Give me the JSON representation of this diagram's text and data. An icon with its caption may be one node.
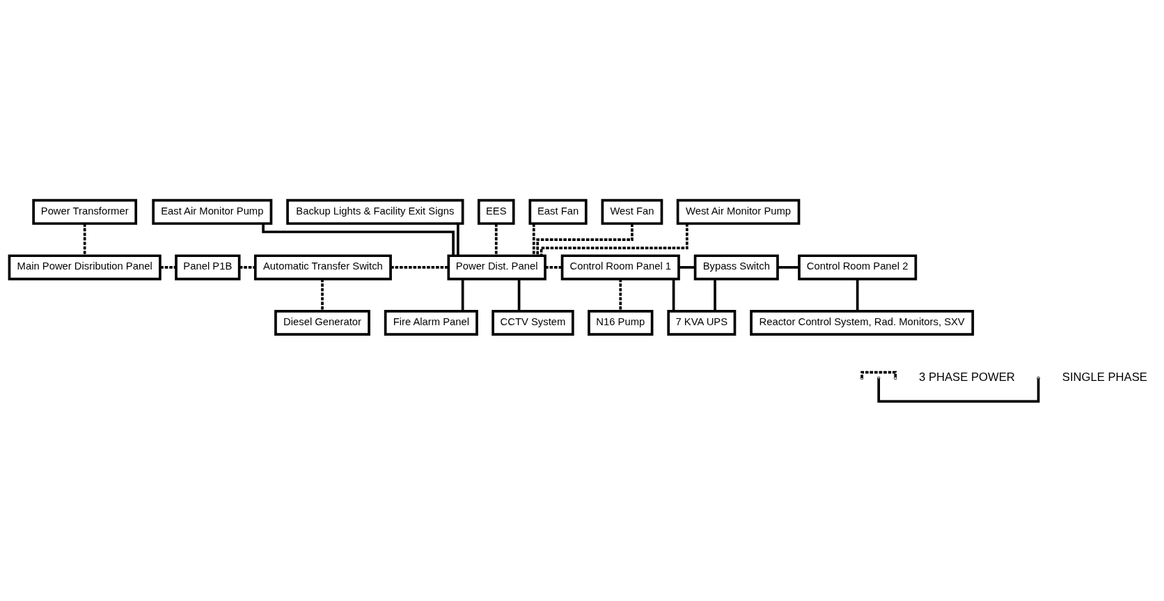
{
  "diagram": {
    "nodes": [
      {
        "text": [
          "Power Transformer"
        ]
      },
      {
        "text": [
          "Main Power Disribution Panel"
        ]
      },
      {
        "text": [
          "Panel P1B"
        ]
      },
      {
        "text": [
          "Automatic Transfer Switch"
        ]
      },
      {
        "text": [
          "East Air Monitor Pump"
        ]
      },
      {
        "text": [
          "Backup Lights & Facility Exit Signs"
        ]
      },
      {
        "text": [
          "Power Dist. Panel"
        ]
      },
      {
        "text": [
          "EES"
        ]
      },
      {
        "text": [
          "East Fan"
        ]
      },
      {
        "text": [
          "West Fan"
        ]
      },
      {
        "text": [
          "West Air Monitor Pump"
        ]
      },
      {
        "text": [
          "Control Room Panel 1"
        ]
      },
      {
        "text": [
          "Bypass Switch"
        ]
      },
      {
        "text": [
          "Control Room Panel 2"
        ]
      },
      {
        "text": [
          "Diesel Generator"
        ]
      },
      {
        "text": [
          "Fire Alarm Panel"
        ]
      },
      {
        "text": [
          "7 KVA UPS"
        ]
      },
      {
        "text": [
          "Reactor Control System, Rad. Monitors, SXV"
        ]
      },
      {
        "text": [
          "CCTV System"
        ]
      },
      {
        "text": [
          "N16 Pump"
        ]
      }
    ],
    "edges": [
      {
        "from": 0,
        "to": 1,
        "arrow": "none",
        "style": "dashed"
      },
      {
        "from": 1,
        "to": 2,
        "arrow": "none",
        "style": "dashed"
      },
      {
        "from": 2,
        "to": 3,
        "arrow": "none",
        "style": "dashed"
      },
      {
        "from": 3,
        "to": 6,
        "arrow": "none",
        "style": "dashed"
      },
      {
        "from": 6,
        "to": 11,
        "arrow": "none",
        "style": "dashed"
      },
      {
        "from": 11,
        "to": 12,
        "arrow": "none"
      },
      {
        "from": 12,
        "to": 13,
        "arrow": "none"
      },
      {
        "from": 4,
        "to": 6,
        "arrow": "none"
      },
      {
        "from": 5,
        "to": 6,
        "arrow": "none"
      },
      {
        "from": 7,
        "to": 6,
        "arrow": "none",
        "style": "dashed"
      },
      {
        "from": 8,
        "to": 6,
        "arrow": "none",
        "style": "dashed"
      },
      {
        "from": 9,
        "to": 6,
        "arrow": "none",
        "style": "dashed"
      },
      {
        "from": 10,
        "to": 6,
        "arrow": "none",
        "style": "dashed"
      },
      {
        "from": 3,
        "to": 14,
        "arrow": "none",
        "style": "dashed"
      },
      {
        "from": 6,
        "to": 18,
        "arrow": "none"
      },
      {
        "from": 6,
        "to": 15,
        "arrow": "none"
      },
      {
        "from": 11,
        "to": 16,
        "arrow": "none"
      },
      {
        "from": 12,
        "to": 16,
        "arrow": "none"
      },
      {
        "from": 11,
        "to": 19,
        "arrow": "none",
        "style": "dashed"
      },
      {
        "from": 13,
        "to": 17,
        "arrow": "none"
      }
    ],
    "legend": [
      {
        "text": "3 PHASE POWER"
      },
      {
        "text": "SINGLE PHASE"
      }
    ]
  }
}
